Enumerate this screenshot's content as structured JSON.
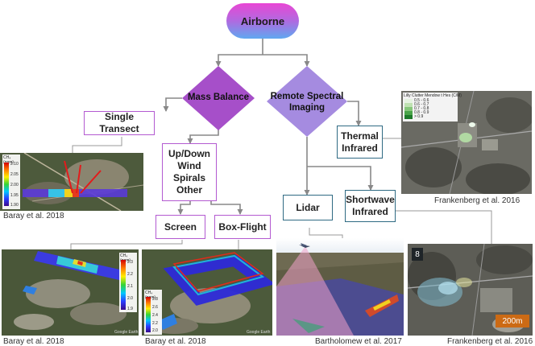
{
  "diagram": {
    "root": "Airborne",
    "mass_balance": "Mass Balance",
    "remote_spectral": [
      "Remote Spectral",
      "Imaging"
    ],
    "single_transect": "Single Transect",
    "wind_methods": [
      "Up/Down",
      "Wind",
      "Spirals",
      "Other"
    ],
    "thermal_infrared": [
      "Thermal",
      "Infrared"
    ],
    "lidar": "Lidar",
    "shortwave_infrared": [
      "Shortwave",
      "Infrared"
    ],
    "screen": "Screen",
    "box_flight": "Box-Flight"
  },
  "captions": {
    "baray_transect": "Baray et al. 2018",
    "baray_screen": "Baray et al. 2018",
    "baray_box": "Baray et al. 2018",
    "bartholomew": "Bartholomew et al. 2017",
    "frankenberg_thermal": "Frankenberg et al. 2016",
    "frankenberg_swir": "Frankenberg et al. 2016"
  },
  "image_text": {
    "transect_unit": "CH₄ (ppm)",
    "transect_ticks": [
      "2.10",
      "2.05",
      "2.00",
      "1.95",
      "1.90"
    ],
    "screen_unit": "CH₄ (ppm)",
    "screen_ticks": [
      "2.3",
      "2.2",
      "2.1",
      "2.0",
      "1.9"
    ],
    "box_unit": "CH₄ (ppm)",
    "box_ticks": [
      "2.8",
      "2.6",
      "2.4",
      "2.2",
      "2.0"
    ],
    "google_earth": "Google Earth",
    "thermal_legend_title": "Lilly Clutter Mendow t Hes (C/M)",
    "thermal_legend_items": [
      "0.5 - 0.6",
      "0.6 - 0.7",
      "0.7 - 0.8",
      "0.8 - 0.9",
      "> 0.9"
    ],
    "swir_zoom": "8",
    "swir_scale": "200m"
  },
  "colors": {
    "purple_diamond": "#a64fc9",
    "lavender_diamond": "#a58be0",
    "purple_border": "#b35ad1",
    "teal_border": "#2f6a83",
    "connector": "#888888"
  }
}
